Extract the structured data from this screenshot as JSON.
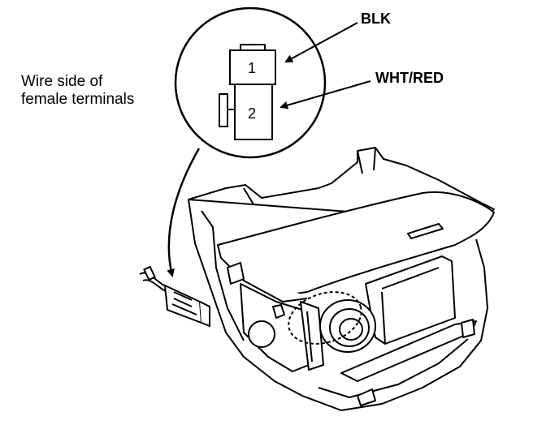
{
  "labels": {
    "wire_side_line1": "Wire side of",
    "wire_side_line2": "female terminals",
    "blk": "BLK",
    "wht_red": "WHT/RED",
    "pin1": "1",
    "pin2": "2"
  },
  "colors": {
    "line": "#000000",
    "background": "#ffffff"
  }
}
